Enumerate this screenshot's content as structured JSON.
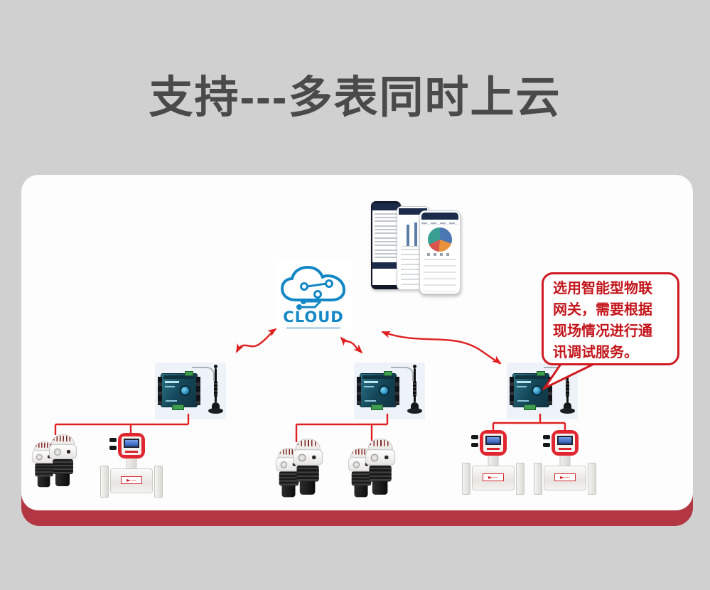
{
  "title": "支持---多表同时上云",
  "cloud": {
    "label": "CLOUD"
  },
  "callout": {
    "lines": [
      "选用智能型物联",
      "网关，需要根据",
      "现场情况进行通",
      "讯调试服务。"
    ]
  },
  "flowmeter_label": "►—",
  "colors": {
    "background": "#d0d0d0",
    "card": "#fdfdfe",
    "band_red": "#b23743",
    "line_red": "#e02020",
    "callout_red": "#cf1a20",
    "cloud_blue": "#1487c6",
    "gateway_teal": "#15475a",
    "flowmeter_red": "#e22630",
    "phone_navy": "#1d2b4a"
  },
  "diagram": {
    "groups": [
      {
        "gateway": "iot-gateway-1",
        "devices": [
          "ultrasonic-sensor-pair",
          "electromagnetic-flowmeter"
        ]
      },
      {
        "gateway": "iot-gateway-2",
        "devices": [
          "ultrasonic-sensor-pair",
          "ultrasonic-sensor-pair"
        ]
      },
      {
        "gateway": "iot-gateway-3",
        "devices": [
          "electromagnetic-flowmeter",
          "electromagnetic-flowmeter"
        ]
      }
    ]
  }
}
